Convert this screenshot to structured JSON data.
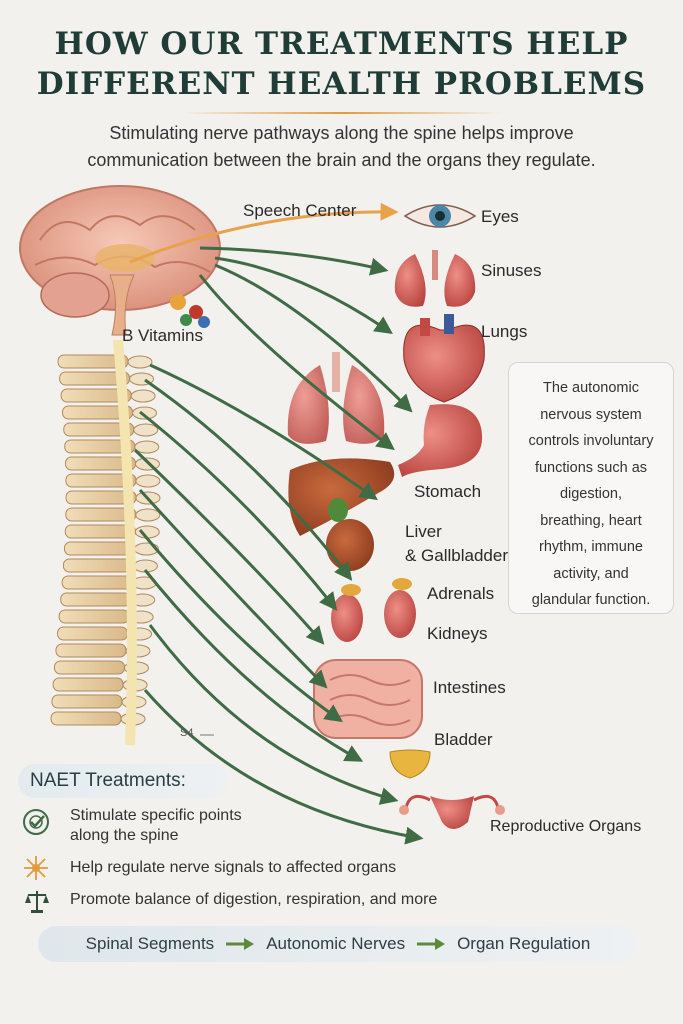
{
  "header": {
    "title_line1": "HOW OUR TREATMENTS HELP",
    "title_line2": "DIFFERENT HEALTH PROBLEMS",
    "subtitle_line1": "Stimulating nerve pathways along the spine helps improve",
    "subtitle_line2": "communication between the brain and the organs they regulate."
  },
  "diagram": {
    "speech_center": "Speech Center",
    "b_vitamins": "B Vitamins",
    "vertebra_marker": "S4",
    "organs": {
      "eyes": "Eyes",
      "sinuses": "Sinuses",
      "lungs": "Lungs",
      "stomach": "Stomach",
      "liver_line1": "Liver",
      "liver_line2": "& Gallbladder",
      "adrenals": "Adrenals",
      "kidneys": "Kidneys",
      "intestines": "Intestines",
      "bladder": "Bladder",
      "reproductive": "Reproductive Organs"
    },
    "colors": {
      "nerve_arrow": "#3f6b45",
      "speech_arrow": "#e8a24a",
      "title": "#1f3d36"
    }
  },
  "info_box": {
    "lines": [
      "The autonomic",
      "nervous system",
      "controls involuntary",
      "functions such as",
      "digestion,",
      "breathing, heart",
      "rhythm, immune",
      "activity, and",
      "glandular function."
    ]
  },
  "naet": {
    "title": "NAET Treatments:",
    "items": [
      {
        "icon": "target-check-icon",
        "line1": "Stimulate specific points",
        "line2": "along the spine"
      },
      {
        "icon": "nerve-burst-icon",
        "line1": "Help regulate nerve signals to affected organs"
      },
      {
        "icon": "balance-scale-icon",
        "line1": "Promote balance of digestion, respiration, and more"
      }
    ]
  },
  "flow": {
    "step1": "Spinal Segments",
    "step2": "Autonomic Nerves",
    "step3": "Organ Regulation"
  }
}
